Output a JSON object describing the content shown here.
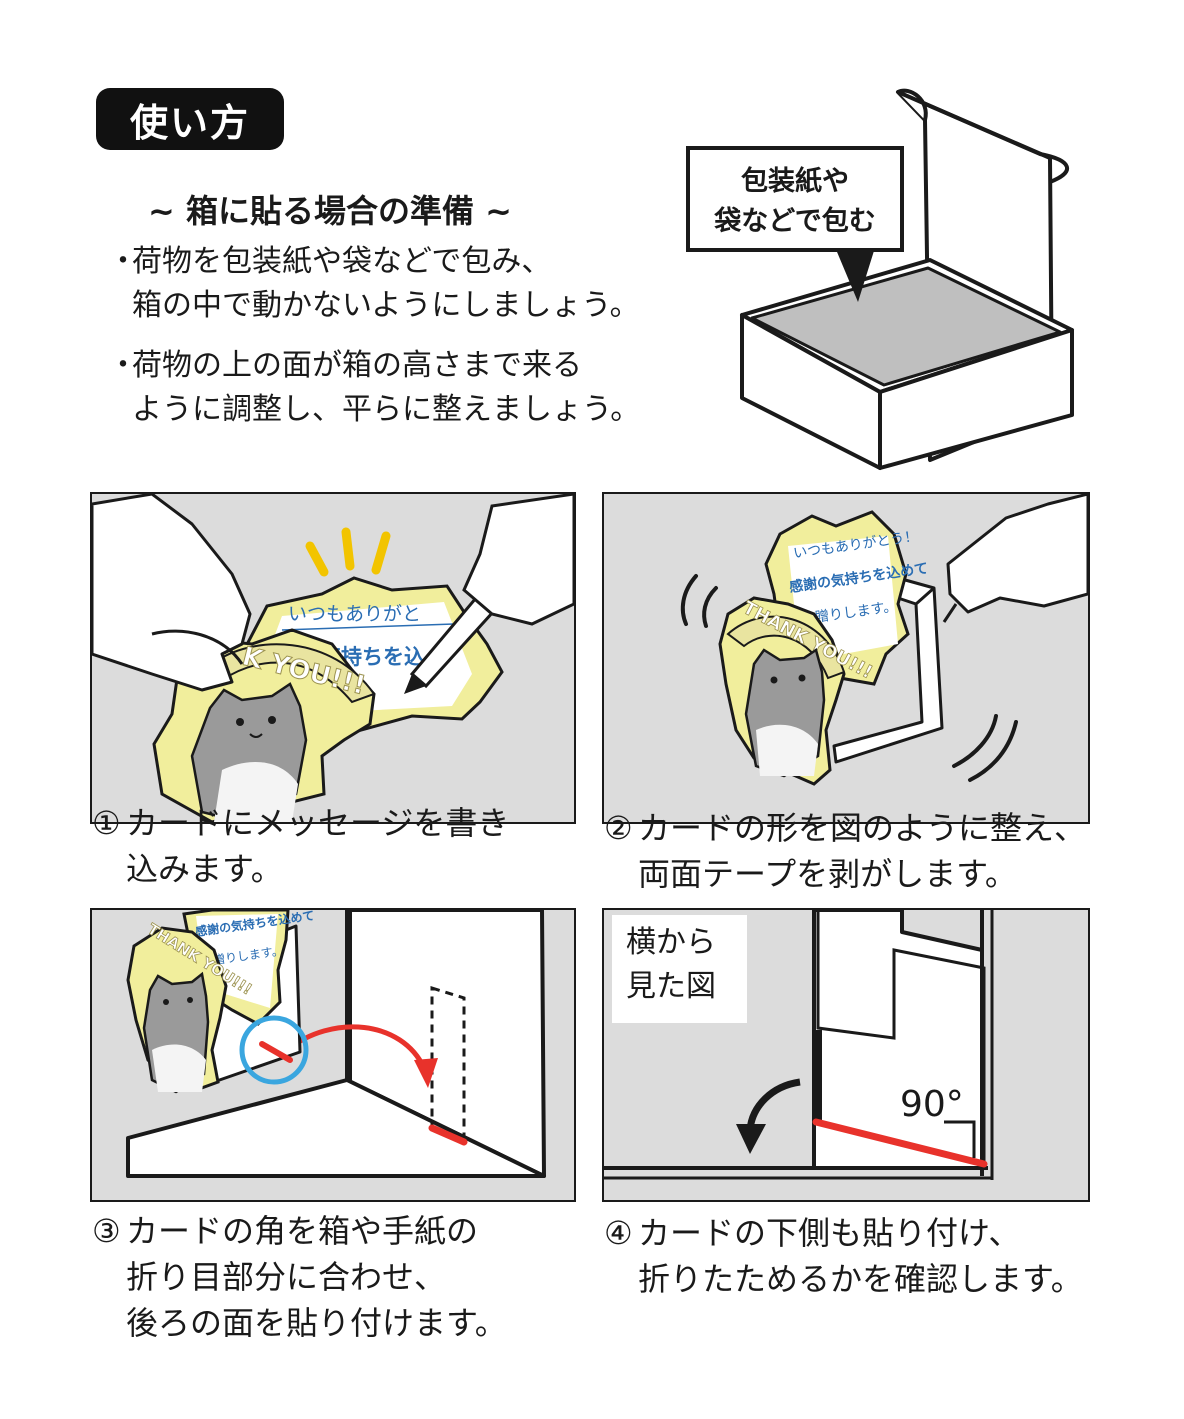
{
  "header": {
    "badge": "使い方"
  },
  "prep": {
    "subtitle": "~ 箱に貼る場合の準備 ~",
    "bullets": [
      {
        "line1": "荷物を包装紙や袋などで包み、",
        "line2": "箱の中で動かないようにしましょう。"
      },
      {
        "line1": "荷物の上の面が箱の高さまで来る",
        "line2": "ように調整し、平らに整えましょう。"
      }
    ],
    "bullet_mark": "・"
  },
  "callout": {
    "line1": "包装紙や",
    "line2": "袋などで包む"
  },
  "card": {
    "front_text": "THANK YOU!!!",
    "front_text_short": "K YOU!!!",
    "message_lines": [
      "いつもありがとう！",
      "感謝の気持ちを込めて",
      "お贈りします。"
    ],
    "message_partial": [
      "いつもありがと",
      "感謝の気持ちを込"
    ]
  },
  "steps": [
    {
      "num": "①",
      "line1": "カードにメッセージを書き",
      "line2": "込みます。"
    },
    {
      "num": "②",
      "line1": "カードの形を図のように整え、",
      "line2": "両面テープを剥がします。"
    },
    {
      "num": "③",
      "line1": "カードの角を箱や手紙の",
      "line2": "折り目部分に合わせ、",
      "line3": "後ろの面を貼り付けます。"
    },
    {
      "num": "④",
      "line1": "カードの下側も貼り付け、",
      "line2": "折りたためるかを確認します。"
    }
  ],
  "side_view": {
    "line1": "横から",
    "line2": "見た図",
    "angle": "90°"
  },
  "colors": {
    "panel_bg": "#dcdcdc",
    "card_yellow": "#f1ee9c",
    "ribbon": "#e9e4a0",
    "accent_yellow": "#f2c400",
    "red_marker": "#e8322b",
    "blue_circle": "#3aa6df",
    "text_blue": "#2a6db3",
    "cat_gray": "#9a9a9a",
    "wrap_gray": "#bfbfbf"
  },
  "icons": [
    "box-icon",
    "card-icon",
    "hand-icon",
    "pen-icon",
    "cat-icon",
    "arrow-icon",
    "motion-lines-icon"
  ]
}
